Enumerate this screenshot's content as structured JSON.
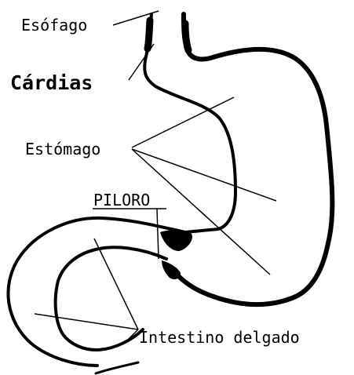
{
  "diagram": {
    "labels": {
      "esofago": "Esófago",
      "cardias": "Cárdias",
      "estomago": "Estómago",
      "piloro": "PILORO",
      "intestino": "Intestino delgado"
    },
    "colors": {
      "ink": "#000000",
      "background": "#ffffff"
    }
  }
}
